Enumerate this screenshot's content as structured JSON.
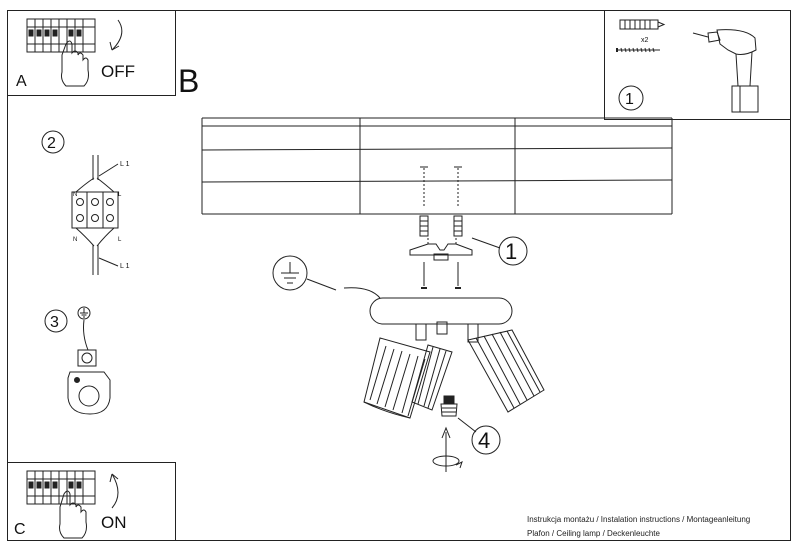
{
  "panels": {
    "a": {
      "letter": "A",
      "action": "OFF"
    },
    "b": {
      "letter": "B"
    },
    "c": {
      "letter": "C",
      "action": "ON"
    }
  },
  "steps": {
    "s1_box": "1",
    "s1_main": "1",
    "s2": "2",
    "s3": "3",
    "s4": "4"
  },
  "hardware": {
    "quantity": "x2"
  },
  "wiring": {
    "l1_top": "L 1",
    "l1_bottom": "L 1",
    "n_left_top": "N",
    "n_left_bottom": "N",
    "l_right_top": "L",
    "l_right_bottom": "L"
  },
  "footer": {
    "line1": "Instrukcja montażu / Instalation instructions / Montageanleitung",
    "line2": "Plafon / Ceiling lamp / Deckenleuchte"
  }
}
